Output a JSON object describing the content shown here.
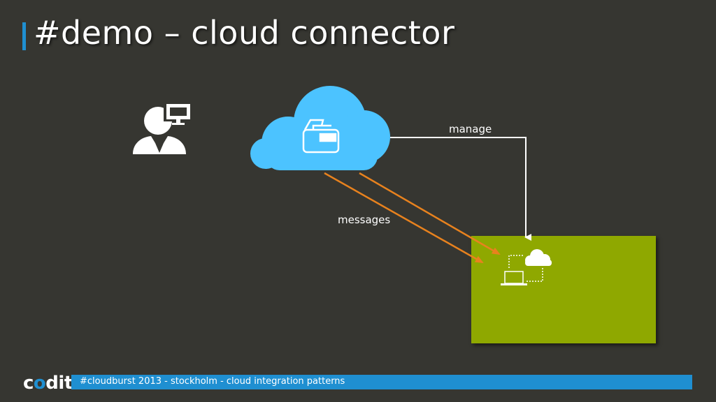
{
  "slide": {
    "title": "#demo – cloud connector",
    "labels": {
      "manage": "manage",
      "messages": "messages"
    },
    "footer": {
      "logo_prefix": "c",
      "logo_accent": "o",
      "logo_suffix": "dit",
      "text": "#cloudburst 2013 - stockholm - cloud integration patterns"
    }
  },
  "colors": {
    "background": "#363631",
    "accent_blue": "#1f8fd1",
    "cloud_blue": "#4cc3ff",
    "arrow_orange": "#e8821e",
    "target_green": "#8fa800"
  },
  "icons": {
    "user": "user-with-monitor-icon",
    "cloud": "cloud-service-icon",
    "connector": "cloud-connector-icon"
  }
}
